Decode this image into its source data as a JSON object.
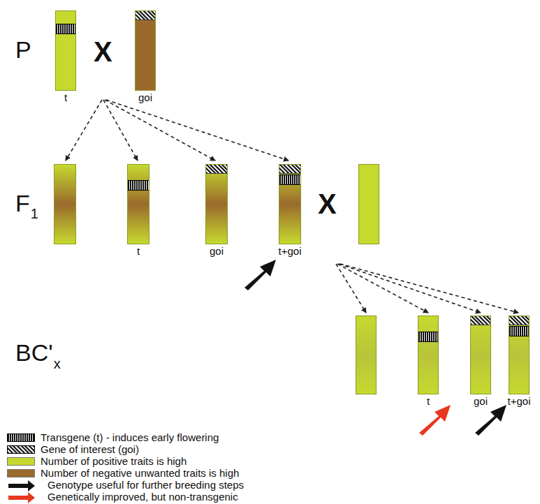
{
  "diagram": {
    "nodes": [
      {
        "text": [
          "t"
        ]
      },
      {
        "text": [
          "goi"
        ]
      },
      {
        "text": [
          "t"
        ]
      },
      {
        "text": [
          "goi"
        ]
      },
      {
        "text": [
          "t+goi"
        ]
      },
      {
        "text": [
          "t"
        ]
      },
      {
        "text": [
          "goi"
        ]
      },
      {
        "text": [
          "t+goi"
        ]
      }
    ],
    "labels": [
      "P",
      "X",
      "F",
      "1",
      "X",
      "BC'",
      "x"
    ],
    "legend": [
      {
        "text": "Transgene (t) - induces early flowering"
      },
      {
        "text": "Gene of interest (goi)"
      },
      {
        "text": "Number of positive traits is high",
        "color": "#c6d92f"
      },
      {
        "text": "Number of negative unwanted traits is high",
        "color": "#9a6a2c"
      },
      {
        "text": "Genotype useful for further breeding steps"
      },
      {
        "text": "Genetically improved, but non-transgenic"
      }
    ]
  }
}
